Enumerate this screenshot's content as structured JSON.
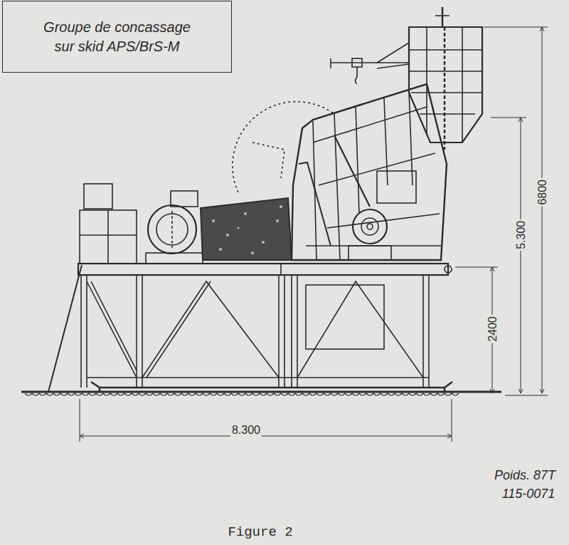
{
  "diagram": {
    "caption": "Figure 2",
    "nodes": [
      {
        "text": [
          "Groupe de concassage sur skid APS/BrS-M"
        ]
      }
    ],
    "labels": [
      "6800",
      "5.300",
      "2400",
      "8.300",
      "Poids. 87T",
      "115-0071"
    ]
  }
}
